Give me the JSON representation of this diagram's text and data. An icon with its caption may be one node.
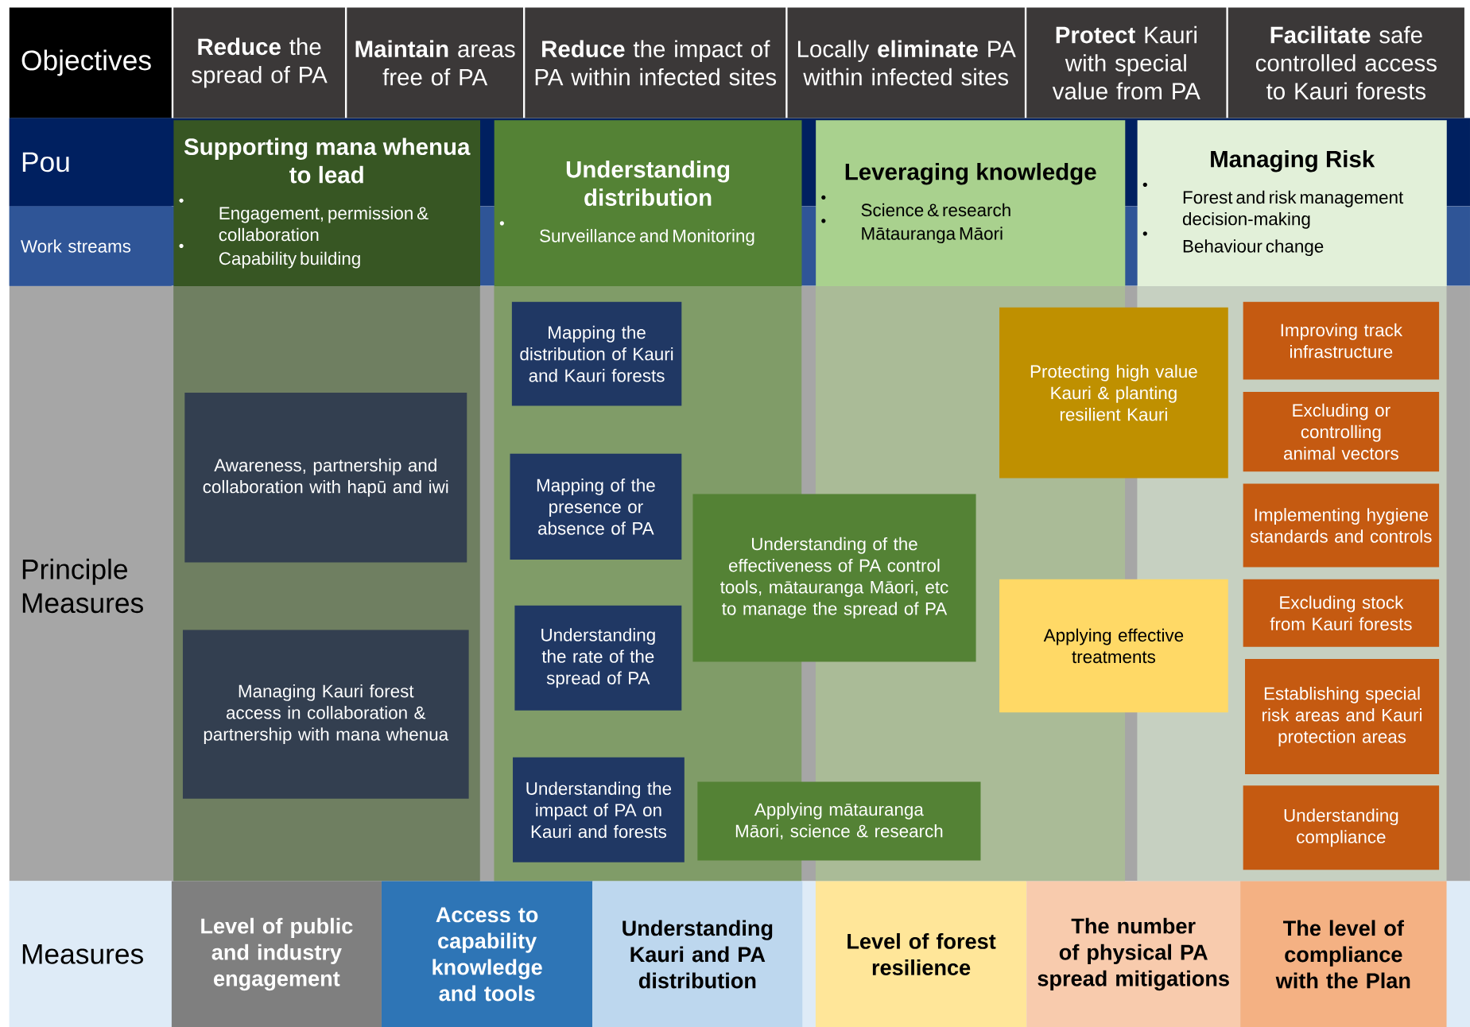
{
  "diagram": {
    "nodes": [
      {
        "text": [
          "Objectives"
        ]
      },
      {
        "text": [
          "**Reduce** the spread of PA"
        ]
      },
      {
        "text": [
          "**Maintain** areas free of PA"
        ]
      },
      {
        "text": [
          "**Reduce** the impact of PA within infected sites"
        ]
      },
      {
        "text": [
          "Locally **eliminate** PA within infected sites"
        ]
      },
      {
        "text": [
          "**Protect** Kauri with special value from PA"
        ]
      },
      {
        "text": [
          "**Facilitate** safe controlled access to Kauri forests"
        ]
      },
      {
        "text": [
          "Pou"
        ]
      },
      {
        "text": [
          "Work streams"
        ]
      },
      {
        "text": [
          "Supporting mana whenua to lead",
          "Engagement, permission & collaboration",
          "Capability building"
        ]
      },
      {
        "text": [
          "Understanding distribution",
          "Surveillance and Monitoring"
        ]
      },
      {
        "text": [
          "Leveraging knowledge",
          "Science & research",
          "Mātauranga Māori"
        ]
      },
      {
        "text": [
          "Managing Risk",
          "Forest and risk management decision-making",
          "Behaviour change"
        ]
      },
      {
        "text": [
          "Principle Measures"
        ]
      },
      {
        "text": [
          "Awareness, partnership and collaboration with hapū and iwi"
        ]
      },
      {
        "text": [
          "Managing Kauri forest access in collaboration & partnership with mana whenua"
        ]
      },
      {
        "text": [
          "Mapping the distribution of Kauri and Kauri forests"
        ]
      },
      {
        "text": [
          "Mapping of the presence or absence of PA"
        ]
      },
      {
        "text": [
          "Understanding the rate of the spread of PA"
        ]
      },
      {
        "text": [
          "Understanding the impact of PA on Kauri and forests"
        ]
      },
      {
        "text": [
          "Understanding of the effectiveness of PA control tools, mātauranga Māori, etc to manage the spread of PA"
        ]
      },
      {
        "text": [
          "Applying mātauranga Māori, science & research"
        ]
      },
      {
        "text": [
          "Protecting high value Kauri & planting resilient Kauri"
        ]
      },
      {
        "text": [
          "Applying effective treatments"
        ]
      },
      {
        "text": [
          "Improving track infrastructure"
        ]
      },
      {
        "text": [
          "Excluding or controlling animal vectors"
        ]
      },
      {
        "text": [
          "Implementing hygiene standards and controls"
        ]
      },
      {
        "text": [
          "Excluding stock from Kauri forests"
        ]
      },
      {
        "text": [
          "Establishing special risk areas and Kauri protection areas"
        ]
      },
      {
        "text": [
          "Understanding compliance"
        ]
      },
      {
        "text": [
          "Measures"
        ]
      },
      {
        "text": [
          "Level of public and industry engagement"
        ]
      },
      {
        "text": [
          "Access to capability knowledge and tools"
        ]
      },
      {
        "text": [
          "Understanding Kauri and PA distribution"
        ]
      },
      {
        "text": [
          "Level of forest resilience"
        ]
      },
      {
        "text": [
          "The number of physical PA spread mitigations"
        ]
      },
      {
        "text": [
          "The level of compliance with the Plan"
        ]
      }
    ]
  }
}
